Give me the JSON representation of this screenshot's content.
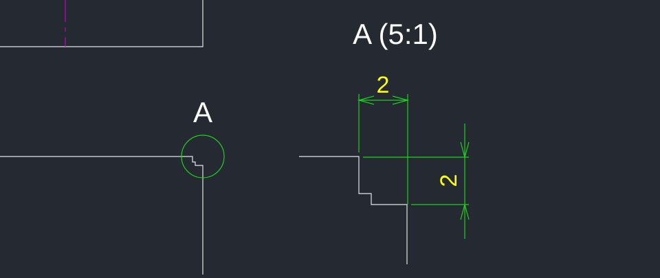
{
  "drawing": {
    "detail_view_title": "A (5:1)",
    "detail_marker_label": "A",
    "dimensions": {
      "horizontal_step": "2",
      "vertical_step": "2"
    }
  },
  "colors": {
    "background": "#242932",
    "geometry": "#e6e6e6",
    "dimension_lines": "#1fd11f",
    "dimension_text": "#ffff00",
    "centerline": "#c000c0",
    "detail_circle": "#1fd11f",
    "label_text": "#ffffff"
  }
}
